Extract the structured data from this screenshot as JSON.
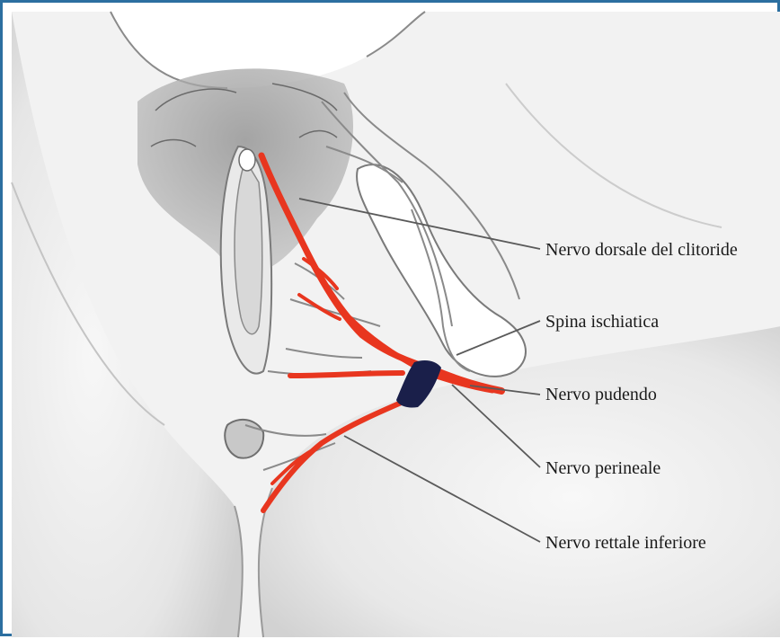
{
  "diagram": {
    "labels": [
      "Nervo dorsale del clitoride",
      "Spina ischiatica",
      "Nervo pudendo",
      "Nervo perineale",
      "Nervo rettale inferiore"
    ]
  },
  "colors": {
    "frame_border": "#2c6fa0",
    "nerve": "#e8361f",
    "ganglion": "#1a1f4a",
    "leader_line": "#5a5a5a"
  }
}
